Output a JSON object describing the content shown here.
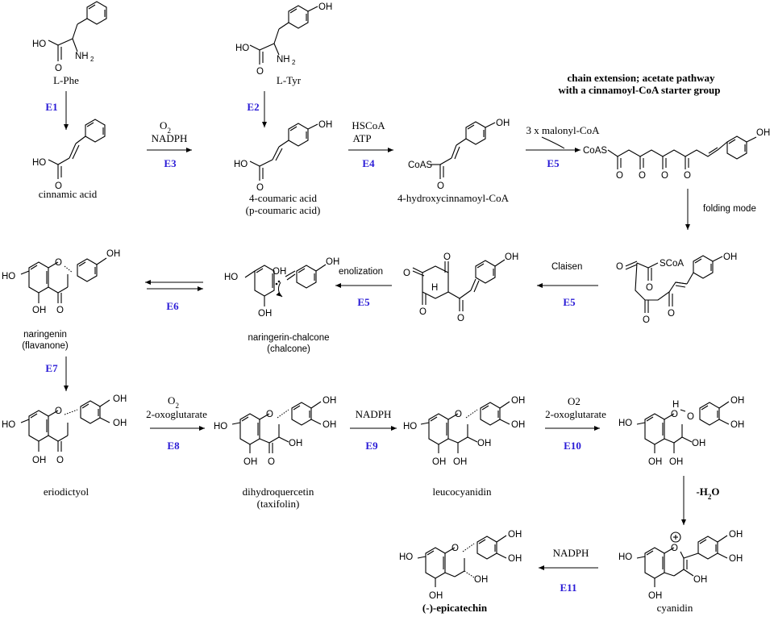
{
  "colors": {
    "enzyme": "#2a1bd6",
    "ink": "#000000"
  },
  "compounds": {
    "lphe": "L-Phe",
    "ltyr": "L-Tyr",
    "cinnamic": "cinnamic acid",
    "coumaric": "4-coumaric acid",
    "coumaric_alt": "(p-coumaric acid)",
    "hcoa": "4-hydroxycinnamoyl-CoA",
    "naringenin": "naringenin",
    "naringenin_alt": "(flavanone)",
    "chalcone": "naringerin-chalcone",
    "chalcone_alt": "(chalcone)",
    "eriodictyol": "eriodictyol",
    "dhq": "dihydroquercetin",
    "dhq_alt": "(taxifolin)",
    "leuco": "leucocyanidin",
    "cyanidin": "cyanidin",
    "epicatechin": "(-)-epicatechin"
  },
  "enzymes": {
    "e1": "E1",
    "e2": "E2",
    "e3": "E3",
    "e4": "E4",
    "e5a": "E5",
    "e5b": "E5",
    "e5c": "E5",
    "e6": "E6",
    "e7": "E7",
    "e8": "E8",
    "e9": "E9",
    "e10": "E10",
    "e11": "E11"
  },
  "conditions": {
    "e3_o2": "O",
    "e3_o2_sub": "2",
    "e3_nadph": "NADPH",
    "e4_hscoa": "HSCoA",
    "e4_atp": "ATP",
    "e5_malonyl": "3 x malonyl-CoA",
    "chain_line1": "chain extension; acetate pathway",
    "chain_line2": "with a cinnamoyl-CoA starter group",
    "folding": "folding mode",
    "claisen": "Claisen",
    "enolization": "enolization",
    "e8_o2": "O",
    "e8_o2_sub": "2",
    "e8_oxo": "2-oxoglutarate",
    "e9_nadph": "NADPH",
    "e10_o2": "O2",
    "e10_oxo": "2-oxoglutarate",
    "dehydration_pre": "-H",
    "dehydration_sub": "2",
    "dehydration_post": "O",
    "e11_nadph": "NADPH"
  }
}
